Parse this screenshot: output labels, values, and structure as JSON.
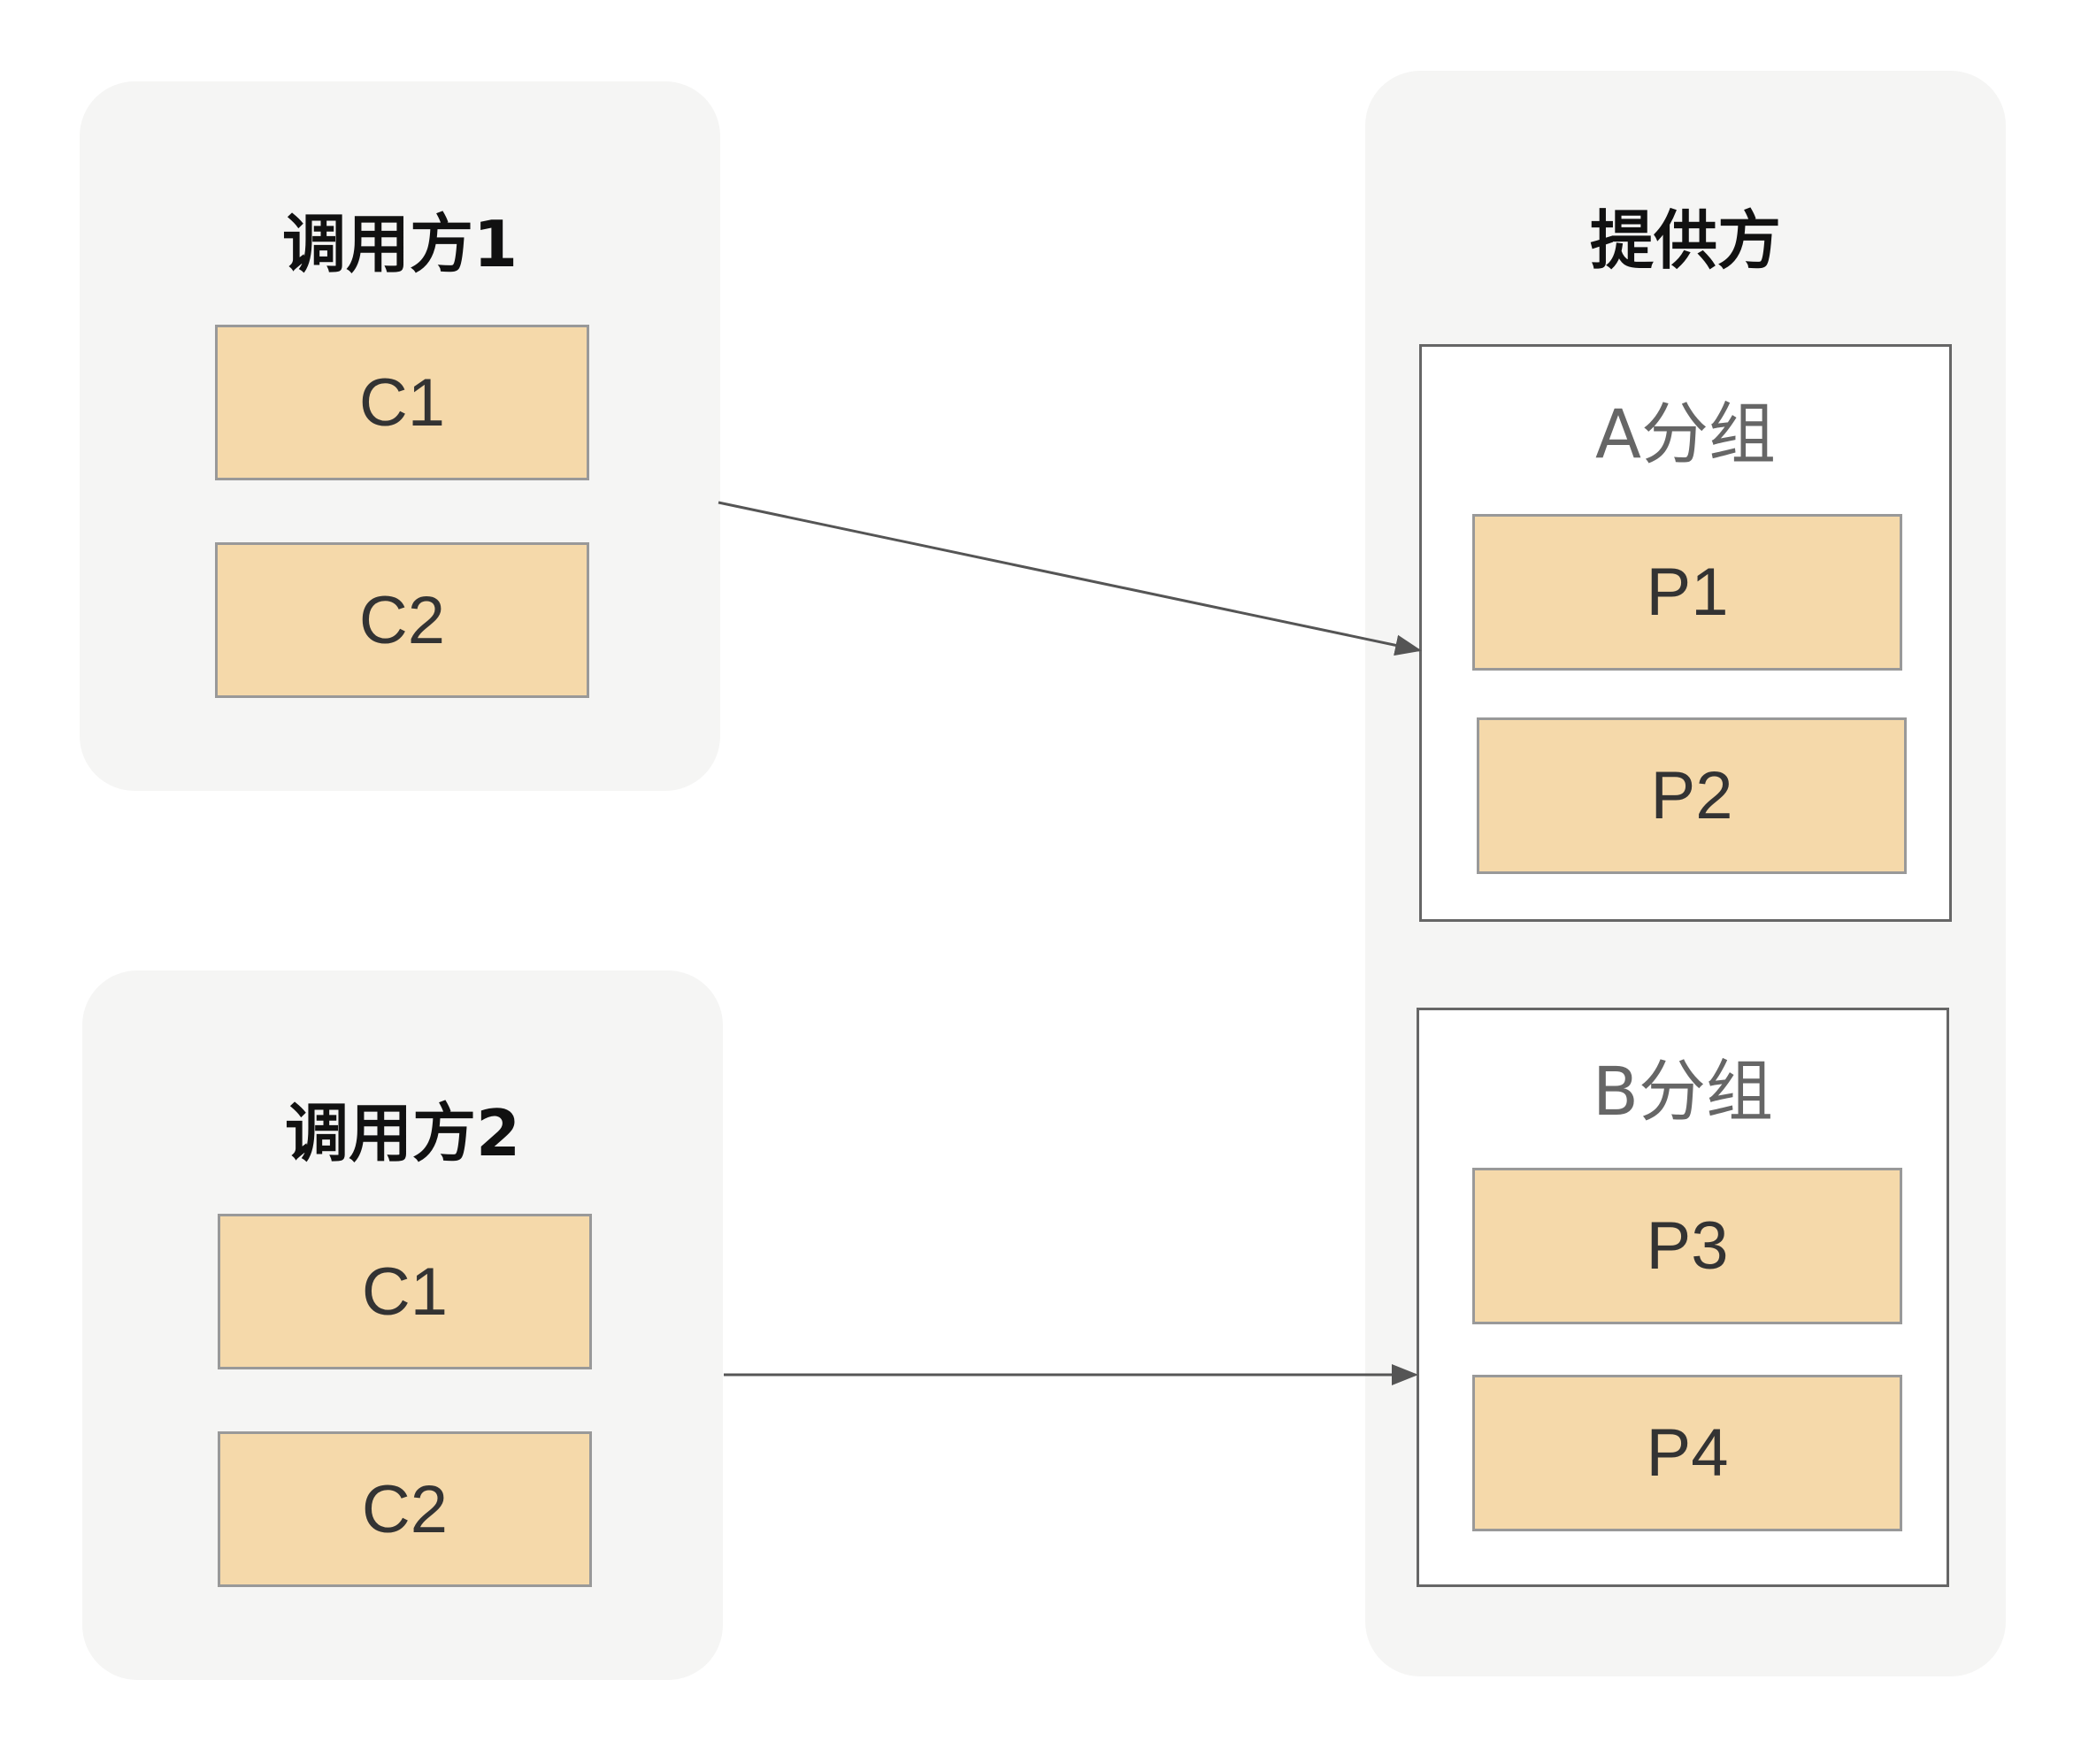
{
  "caller1": {
    "title": "调用方1",
    "nodes": [
      "C1",
      "C2"
    ]
  },
  "caller2": {
    "title": "调用方2",
    "nodes": [
      "C1",
      "C2"
    ]
  },
  "provider": {
    "title": "提供方",
    "group_a": {
      "title": "A分组",
      "nodes": [
        "P1",
        "P2"
      ]
    },
    "group_b": {
      "title": "B分组",
      "nodes": [
        "P3",
        "P4"
      ]
    }
  },
  "edges": [
    {
      "from": "调用方1",
      "to": "A分组"
    },
    {
      "from": "调用方2",
      "to": "B分组"
    }
  ],
  "colors": {
    "panel_bg": "#f5f5f4",
    "node_fill": "#f5d9aa",
    "node_border": "#999999",
    "group_border": "#666666",
    "arrow": "#555555"
  }
}
